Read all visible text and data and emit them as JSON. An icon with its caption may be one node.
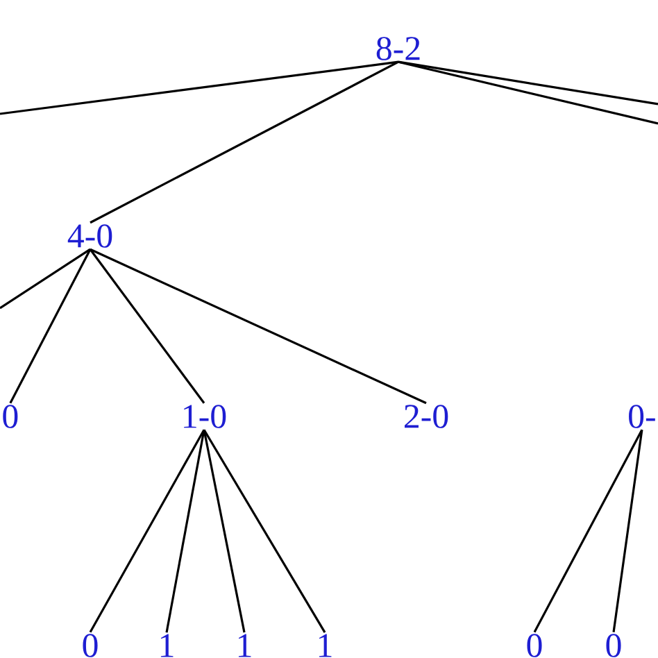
{
  "diagram": {
    "nodes": [
      {
        "text": [
          "8-2"
        ]
      },
      {
        "text": [
          "4-0"
        ]
      },
      {
        "text": [
          "0"
        ]
      },
      {
        "text": [
          "1-0"
        ]
      },
      {
        "text": [
          "2-0"
        ]
      },
      {
        "text": [
          "0-"
        ]
      },
      {
        "text": [
          "0"
        ]
      },
      {
        "text": [
          "1"
        ]
      },
      {
        "text": [
          "1"
        ]
      },
      {
        "text": [
          "1"
        ]
      },
      {
        "text": [
          "0"
        ]
      },
      {
        "text": [
          "0"
        ]
      }
    ],
    "edges": [
      {
        "from": 0,
        "to": null,
        "arrow": "none"
      },
      {
        "from": 0,
        "to": 1,
        "arrow": "none"
      },
      {
        "from": 0,
        "to": null,
        "arrow": "none"
      },
      {
        "from": 0,
        "to": null,
        "arrow": "none"
      },
      {
        "from": 1,
        "to": null,
        "arrow": "none"
      },
      {
        "from": 1,
        "to": 2,
        "arrow": "none"
      },
      {
        "from": 1,
        "to": 3,
        "arrow": "none"
      },
      {
        "from": 1,
        "to": 4,
        "arrow": "none"
      },
      {
        "from": 3,
        "to": 6,
        "arrow": "none"
      },
      {
        "from": 3,
        "to": 7,
        "arrow": "none"
      },
      {
        "from": 3,
        "to": 8,
        "arrow": "none"
      },
      {
        "from": 3,
        "to": 9,
        "arrow": "none"
      },
      {
        "from": 5,
        "to": 10,
        "arrow": "none"
      },
      {
        "from": 5,
        "to": 11,
        "arrow": "none"
      }
    ]
  }
}
